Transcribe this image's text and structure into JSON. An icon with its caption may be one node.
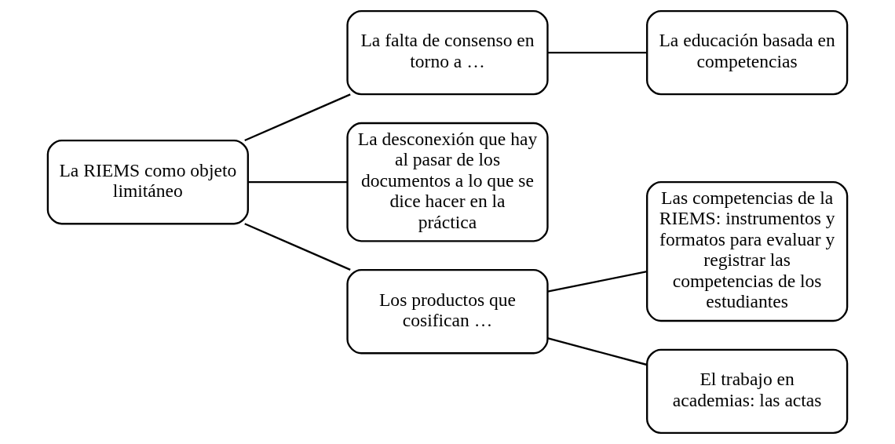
{
  "diagram": {
    "nodes": [
      {
        "text": [
          "La RIEMS como objeto limitáneo"
        ]
      },
      {
        "text": [
          "La falta de consenso en torno a …"
        ]
      },
      {
        "text": [
          "La educación basada en competencias"
        ]
      },
      {
        "text": [
          "La desconexión que hay al pasar de los documentos a lo que se dice hacer en la práctica"
        ]
      },
      {
        "text": [
          "Los productos que cosifican …"
        ]
      },
      {
        "text": [
          "Las competencias de la RIEMS: instrumentos y formatos para evaluar y registrar las competencias de los estudiantes"
        ]
      },
      {
        "text": [
          "El trabajo en academias: las actas"
        ]
      }
    ],
    "edges": [
      {
        "from": 0,
        "to": 1,
        "arrow": "none"
      },
      {
        "from": 0,
        "to": 3,
        "arrow": "none"
      },
      {
        "from": 0,
        "to": 4,
        "arrow": "none"
      },
      {
        "from": 1,
        "to": 2,
        "arrow": "none"
      },
      {
        "from": 4,
        "to": 5,
        "arrow": "none"
      },
      {
        "from": 4,
        "to": 6,
        "arrow": "none"
      }
    ]
  }
}
